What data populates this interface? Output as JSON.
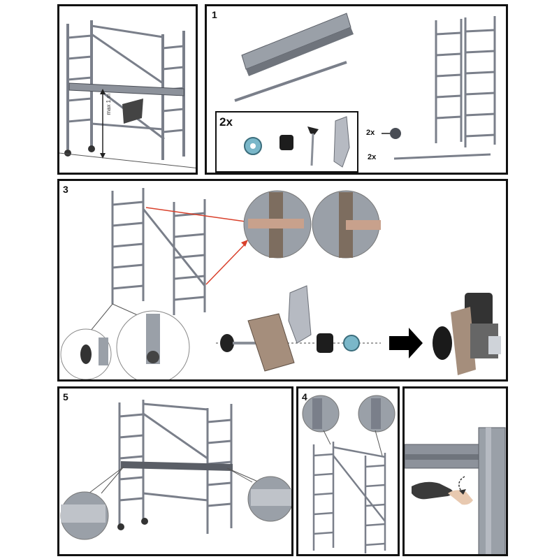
{
  "panels": {
    "overview": {
      "label": "",
      "dimension_text": "max 1 m"
    },
    "parts": {
      "label": "1",
      "hardware_qty": "2x",
      "wheel_qty": "2x",
      "bar_qty": "2x"
    },
    "frame_join": {
      "label": "3"
    },
    "platform": {
      "label": "5"
    },
    "braces": {
      "label": "4"
    },
    "detail": {
      "label": ""
    }
  },
  "colors": {
    "frame": "#7a7f8a",
    "frame_dark": "#4a4e56",
    "platform": "#8d929b",
    "arrow_red": "#d9402b",
    "arrow_black": "#000000",
    "border": "#111111"
  }
}
